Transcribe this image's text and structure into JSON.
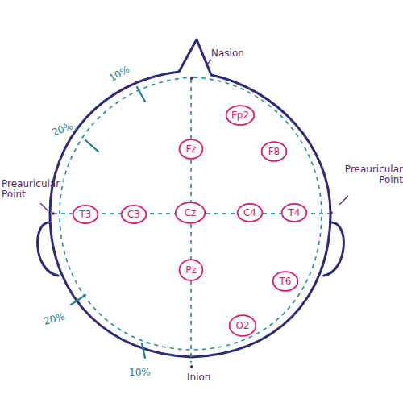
{
  "diagram": {
    "nodes": [
      {
        "text": [
          "Fp2"
        ]
      },
      {
        "text": [
          "Fz"
        ]
      },
      {
        "text": [
          "F8"
        ]
      },
      {
        "text": [
          "T3"
        ]
      },
      {
        "text": [
          "C3"
        ]
      },
      {
        "text": [
          "Cz"
        ]
      },
      {
        "text": [
          "C4"
        ]
      },
      {
        "text": [
          "T4"
        ]
      },
      {
        "text": [
          "Pz"
        ]
      },
      {
        "text": [
          "T6"
        ]
      },
      {
        "text": [
          "O2"
        ]
      }
    ],
    "labels": [
      "10%",
      "Nasion",
      "20%",
      "Preauricular Point",
      "Preauricular Point",
      "20%",
      "10%",
      "Inion"
    ]
  }
}
